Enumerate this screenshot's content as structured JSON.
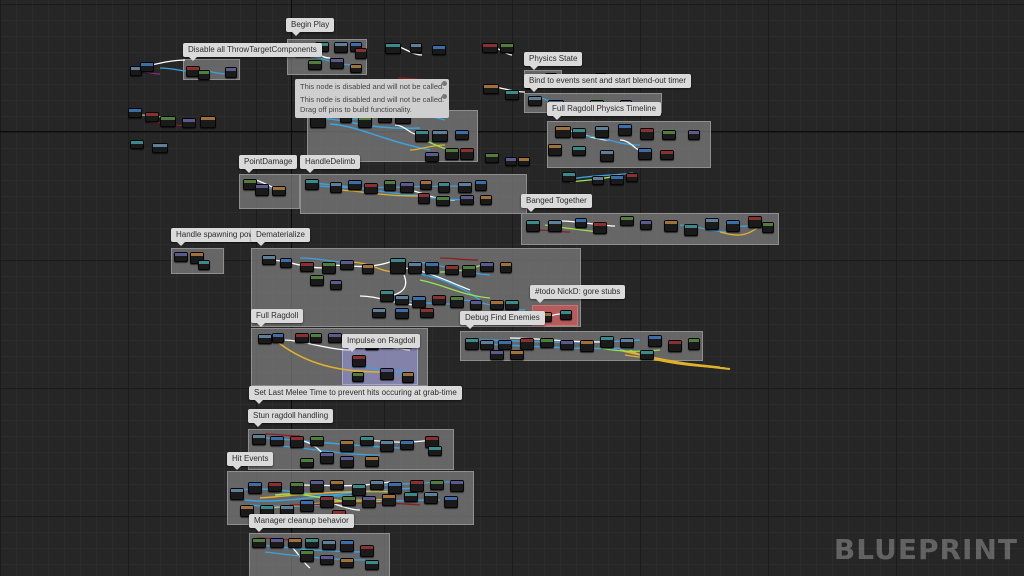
{
  "graph": {
    "comments": [
      {
        "id": "begin_play",
        "title": "Begin Play"
      },
      {
        "id": "disable_throw",
        "title": "Disable all ThrowTargetComponents"
      },
      {
        "id": "physics_state",
        "title": "Physics State"
      },
      {
        "id": "blendout",
        "title": "Bind to events sent and start blend-out timer"
      },
      {
        "id": "ragdoll_timeline",
        "title": "Full Ragdoll Physics Timeline"
      },
      {
        "id": "point_damage",
        "title": "PointDamage"
      },
      {
        "id": "handle_delimb",
        "title": "HandleDelimb"
      },
      {
        "id": "banged_together",
        "title": "Banged Together"
      },
      {
        "id": "spawning_powerups",
        "title": "Handle spawning powerups"
      },
      {
        "id": "dematerialize",
        "title": "Dematerialize"
      },
      {
        "id": "gore_stubs",
        "title": "#todo NickD: gore stubs"
      },
      {
        "id": "debug_enemies",
        "title": "Debug Find Enemies"
      },
      {
        "id": "full_ragdoll",
        "title": "Full Ragdoll"
      },
      {
        "id": "impulse",
        "title": "Impulse on Ragdoll"
      },
      {
        "id": "melee_time",
        "title": "Set Last Melee Time to prevent hits occuring at grab-time"
      },
      {
        "id": "stun_ragdoll",
        "title": "Stun ragdoll handling"
      },
      {
        "id": "hit_events",
        "title": "Hit Events"
      },
      {
        "id": "manager_cleanup",
        "title": "Manager cleanup behavior"
      }
    ],
    "disabled_note": {
      "line1": "This node is disabled and will not be called.",
      "line2": "Drag off pins to build functionality."
    }
  },
  "watermark": "BLUEPRINT",
  "colors": {
    "background": "#262626",
    "comment_fill": "#808080",
    "exec_wire": "#ffffff",
    "object_wire": "#3aa2e0",
    "bool_wire": "#8b1f1f",
    "float_wire": "#9be24f",
    "struct_wire": "#e0b12a"
  }
}
